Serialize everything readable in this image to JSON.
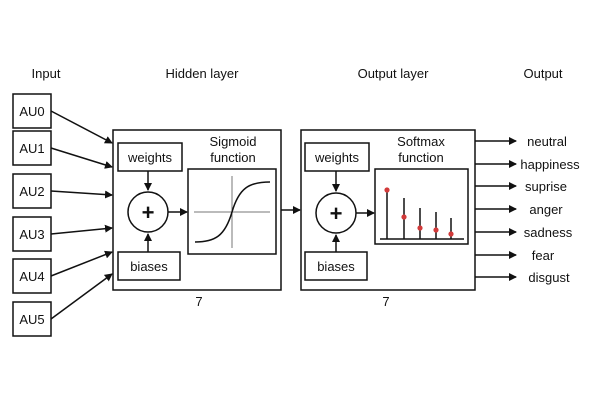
{
  "headers": {
    "input": "Input",
    "hidden": "Hidden layer",
    "output_layer": "Output layer",
    "output": "Output"
  },
  "inputs": [
    "AU0",
    "AU1",
    "AU2",
    "AU3",
    "AU4",
    "AU5"
  ],
  "hidden_layer": {
    "weights": "weights",
    "biases": "biases",
    "operator": "+",
    "function_line1": "Sigmoid",
    "function_line2": "function",
    "size": "7"
  },
  "output_layer": {
    "weights": "weights",
    "biases": "biases",
    "operator": "+",
    "function_line1": "Softmax",
    "function_line2": "function",
    "size": "7"
  },
  "outputs": [
    "neutral",
    "happiness",
    "suprise",
    "anger",
    "sadness",
    "fear",
    "disgust"
  ],
  "colors": {
    "line": "#111111",
    "softmax_marker": "#d23a3a"
  }
}
